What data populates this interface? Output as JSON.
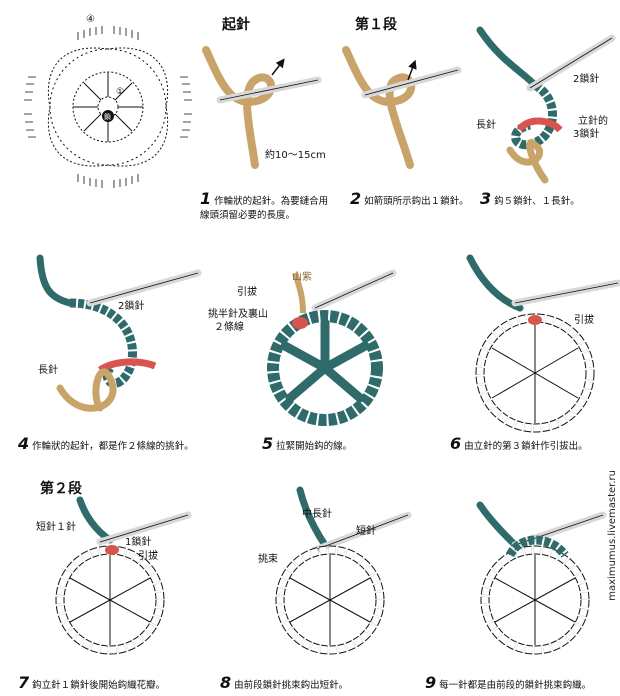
{
  "headings": {
    "start": "起針",
    "round1": "第１段",
    "round2": "第２段"
  },
  "chart": {
    "round_label_outer": "④",
    "round_label_inner": "①",
    "center_label": "鎖"
  },
  "steps": [
    {
      "num": "1",
      "text": "作輪狀的起針。為要鏈合用線頭須留必要的長度。",
      "labels": [
        "約10～15cm"
      ]
    },
    {
      "num": "2",
      "text": "如箭頭所示鈎出１鎖針。",
      "labels": []
    },
    {
      "num": "3",
      "text": "鈎５鎖針、１長針。",
      "labels": [
        "2鎖針",
        "立針的",
        "3鎖針",
        "長針"
      ]
    },
    {
      "num": "4",
      "text": "作輪狀的起針，都是作２條線的挑針。",
      "labels": [
        "2鎖針",
        "長針"
      ]
    },
    {
      "num": "5",
      "text": "拉緊開始鈎的線。",
      "labels": [
        "引拔",
        "挑半針及裏山",
        "２條線",
        "山紫"
      ]
    },
    {
      "num": "6",
      "text": "由立針的第３鎖針作引拔出。",
      "labels": [
        "引拔"
      ]
    },
    {
      "num": "7",
      "text": "鈎立針１鎖針後開始鈎織花瓣。",
      "labels": [
        "短針１針",
        "1鎖針",
        "引拔"
      ]
    },
    {
      "num": "8",
      "text": "由前段鎖針挑束鈎出短針。",
      "labels": [
        "中長針",
        "短針",
        "挑束"
      ]
    },
    {
      "num": "9",
      "text": "每一針都是由前段的鎖針挑束鈎織。",
      "labels": []
    }
  ],
  "watermark": "maximumus.livemaster.ru",
  "colors": {
    "teal": "#2e6b6a",
    "tan": "#c9a46a",
    "red": "#d9534f",
    "hook": "#d8d8d8",
    "ink": "#111111"
  }
}
